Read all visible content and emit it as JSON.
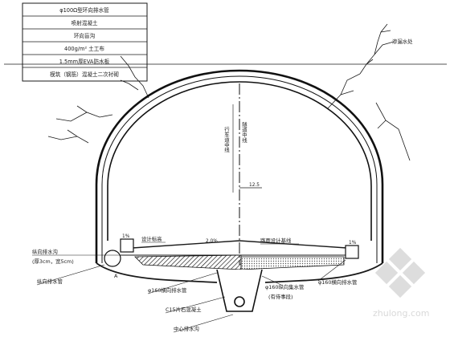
{
  "legend": {
    "rows": [
      "φ100Ω型环向排水管",
      "喷射混凝土",
      "环向盲沟",
      "400g/m² 土工布",
      "1.5mm厚EVA防水板",
      "模筑（钢筋）混凝土二次衬砌"
    ]
  },
  "labels": {
    "seepage": "渗漏水处",
    "centerline_a": "行车道中线",
    "centerline_b": "隧道中线",
    "dim_125": "12.5",
    "grade_left": "1%",
    "grade_right": "1%",
    "slope": "2.0%",
    "design_elev": "设计标高",
    "road_edge": "路面设计基线",
    "side_drain_a": "纵向排水沟",
    "side_drain_b": "(厚3cm，宽5cm)",
    "letter_a": "A",
    "long_drain": "纵向排水管",
    "trans_pipe": "φ160横向排水管",
    "collect_pipe_a": "φ160纵向集水管",
    "collect_pipe_b": "(有侍事段)",
    "trans_pipe_right": "φ160横向排水管",
    "c15": "C15片石混凝土",
    "center_ditch": "中心排水沟"
  },
  "watermark": {
    "text": "zhulong.com"
  }
}
